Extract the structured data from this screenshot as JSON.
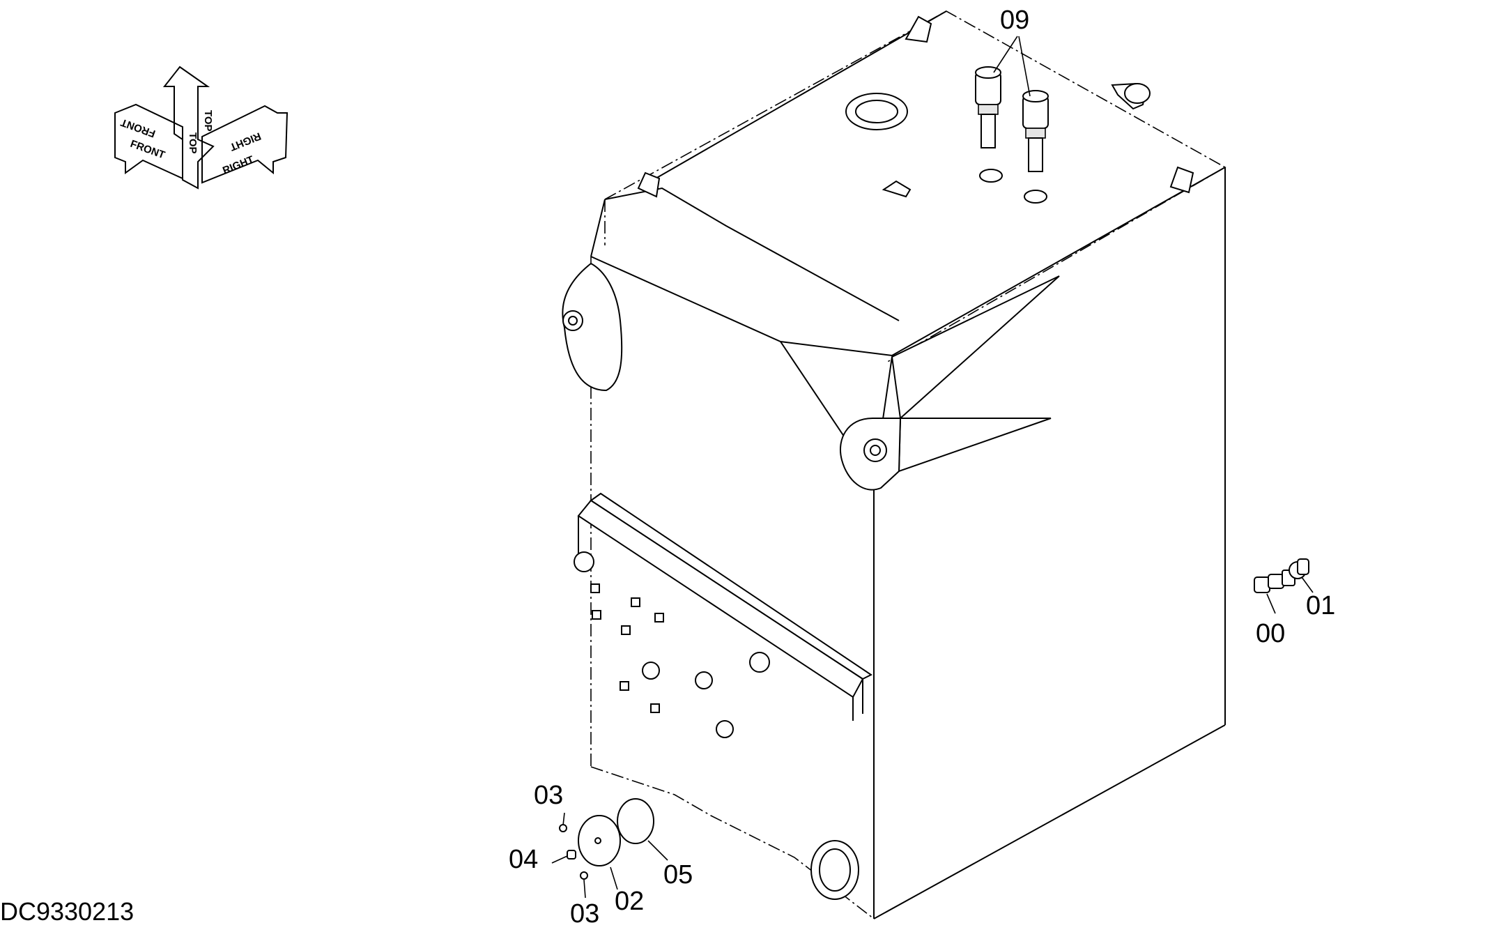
{
  "drawing_code": "DC9330213",
  "orientation": {
    "front": "FRONT",
    "top": "TOP",
    "right": "RIGHT"
  },
  "callouts": [
    {
      "id": "09",
      "text": "09"
    },
    {
      "id": "01",
      "text": "01"
    },
    {
      "id": "00",
      "text": "00"
    },
    {
      "id": "03a",
      "text": "03"
    },
    {
      "id": "04",
      "text": "04"
    },
    {
      "id": "03b",
      "text": "03"
    },
    {
      "id": "02",
      "text": "02"
    },
    {
      "id": "05",
      "text": "05"
    }
  ]
}
